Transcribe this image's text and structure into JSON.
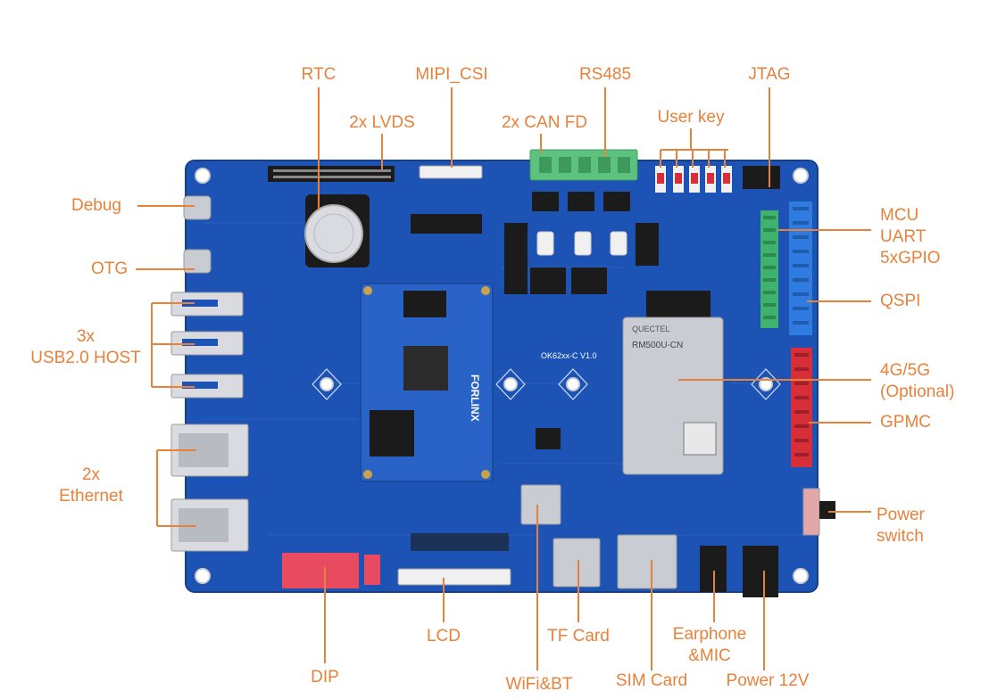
{
  "colors": {
    "board": "#1c53b4",
    "board_edge": "#163f8c",
    "label": "#e8813a",
    "leader": "#e8813a",
    "header_green": "#3fb26e",
    "header_red": "#d62f3a",
    "header_blue": "#2f7be0",
    "terminal_green": "#5cc27e",
    "dip_red": "#e84a5f",
    "module_silver": "#c9ccd2"
  },
  "module": {
    "brand": "QUECTEL",
    "model": "RM500U-CN"
  },
  "som": {
    "brand": "FORLINX",
    "model": "OK62xx-C V1.0"
  },
  "labels": {
    "rtc": "RTC",
    "lvds": "2x LVDS",
    "mipi_csi": "MIPI_CSI",
    "can_fd": "2x CAN FD",
    "rs485": "RS485",
    "user_key": "User key",
    "jtag": "JTAG",
    "debug": "Debug",
    "otg": "OTG",
    "usb_host": "3x\nUSB2.0 HOST",
    "ethernet": "2x\nEthernet",
    "mcu_uart_gpio": "MCU\nUART\n5xGPIO",
    "qspi": "QSPI",
    "cellular": "4G/5G\n(Optional)",
    "gpmc": "GPMC",
    "power_switch": "Power\nswitch",
    "dip": "DIP",
    "lcd": "LCD",
    "wifi_bt": "WiFi&BT",
    "tf_card": "TF Card",
    "sim_card": "SIM Card",
    "earphone_mic": "Earphone\n&MIC",
    "power_12v": "Power 12V"
  }
}
